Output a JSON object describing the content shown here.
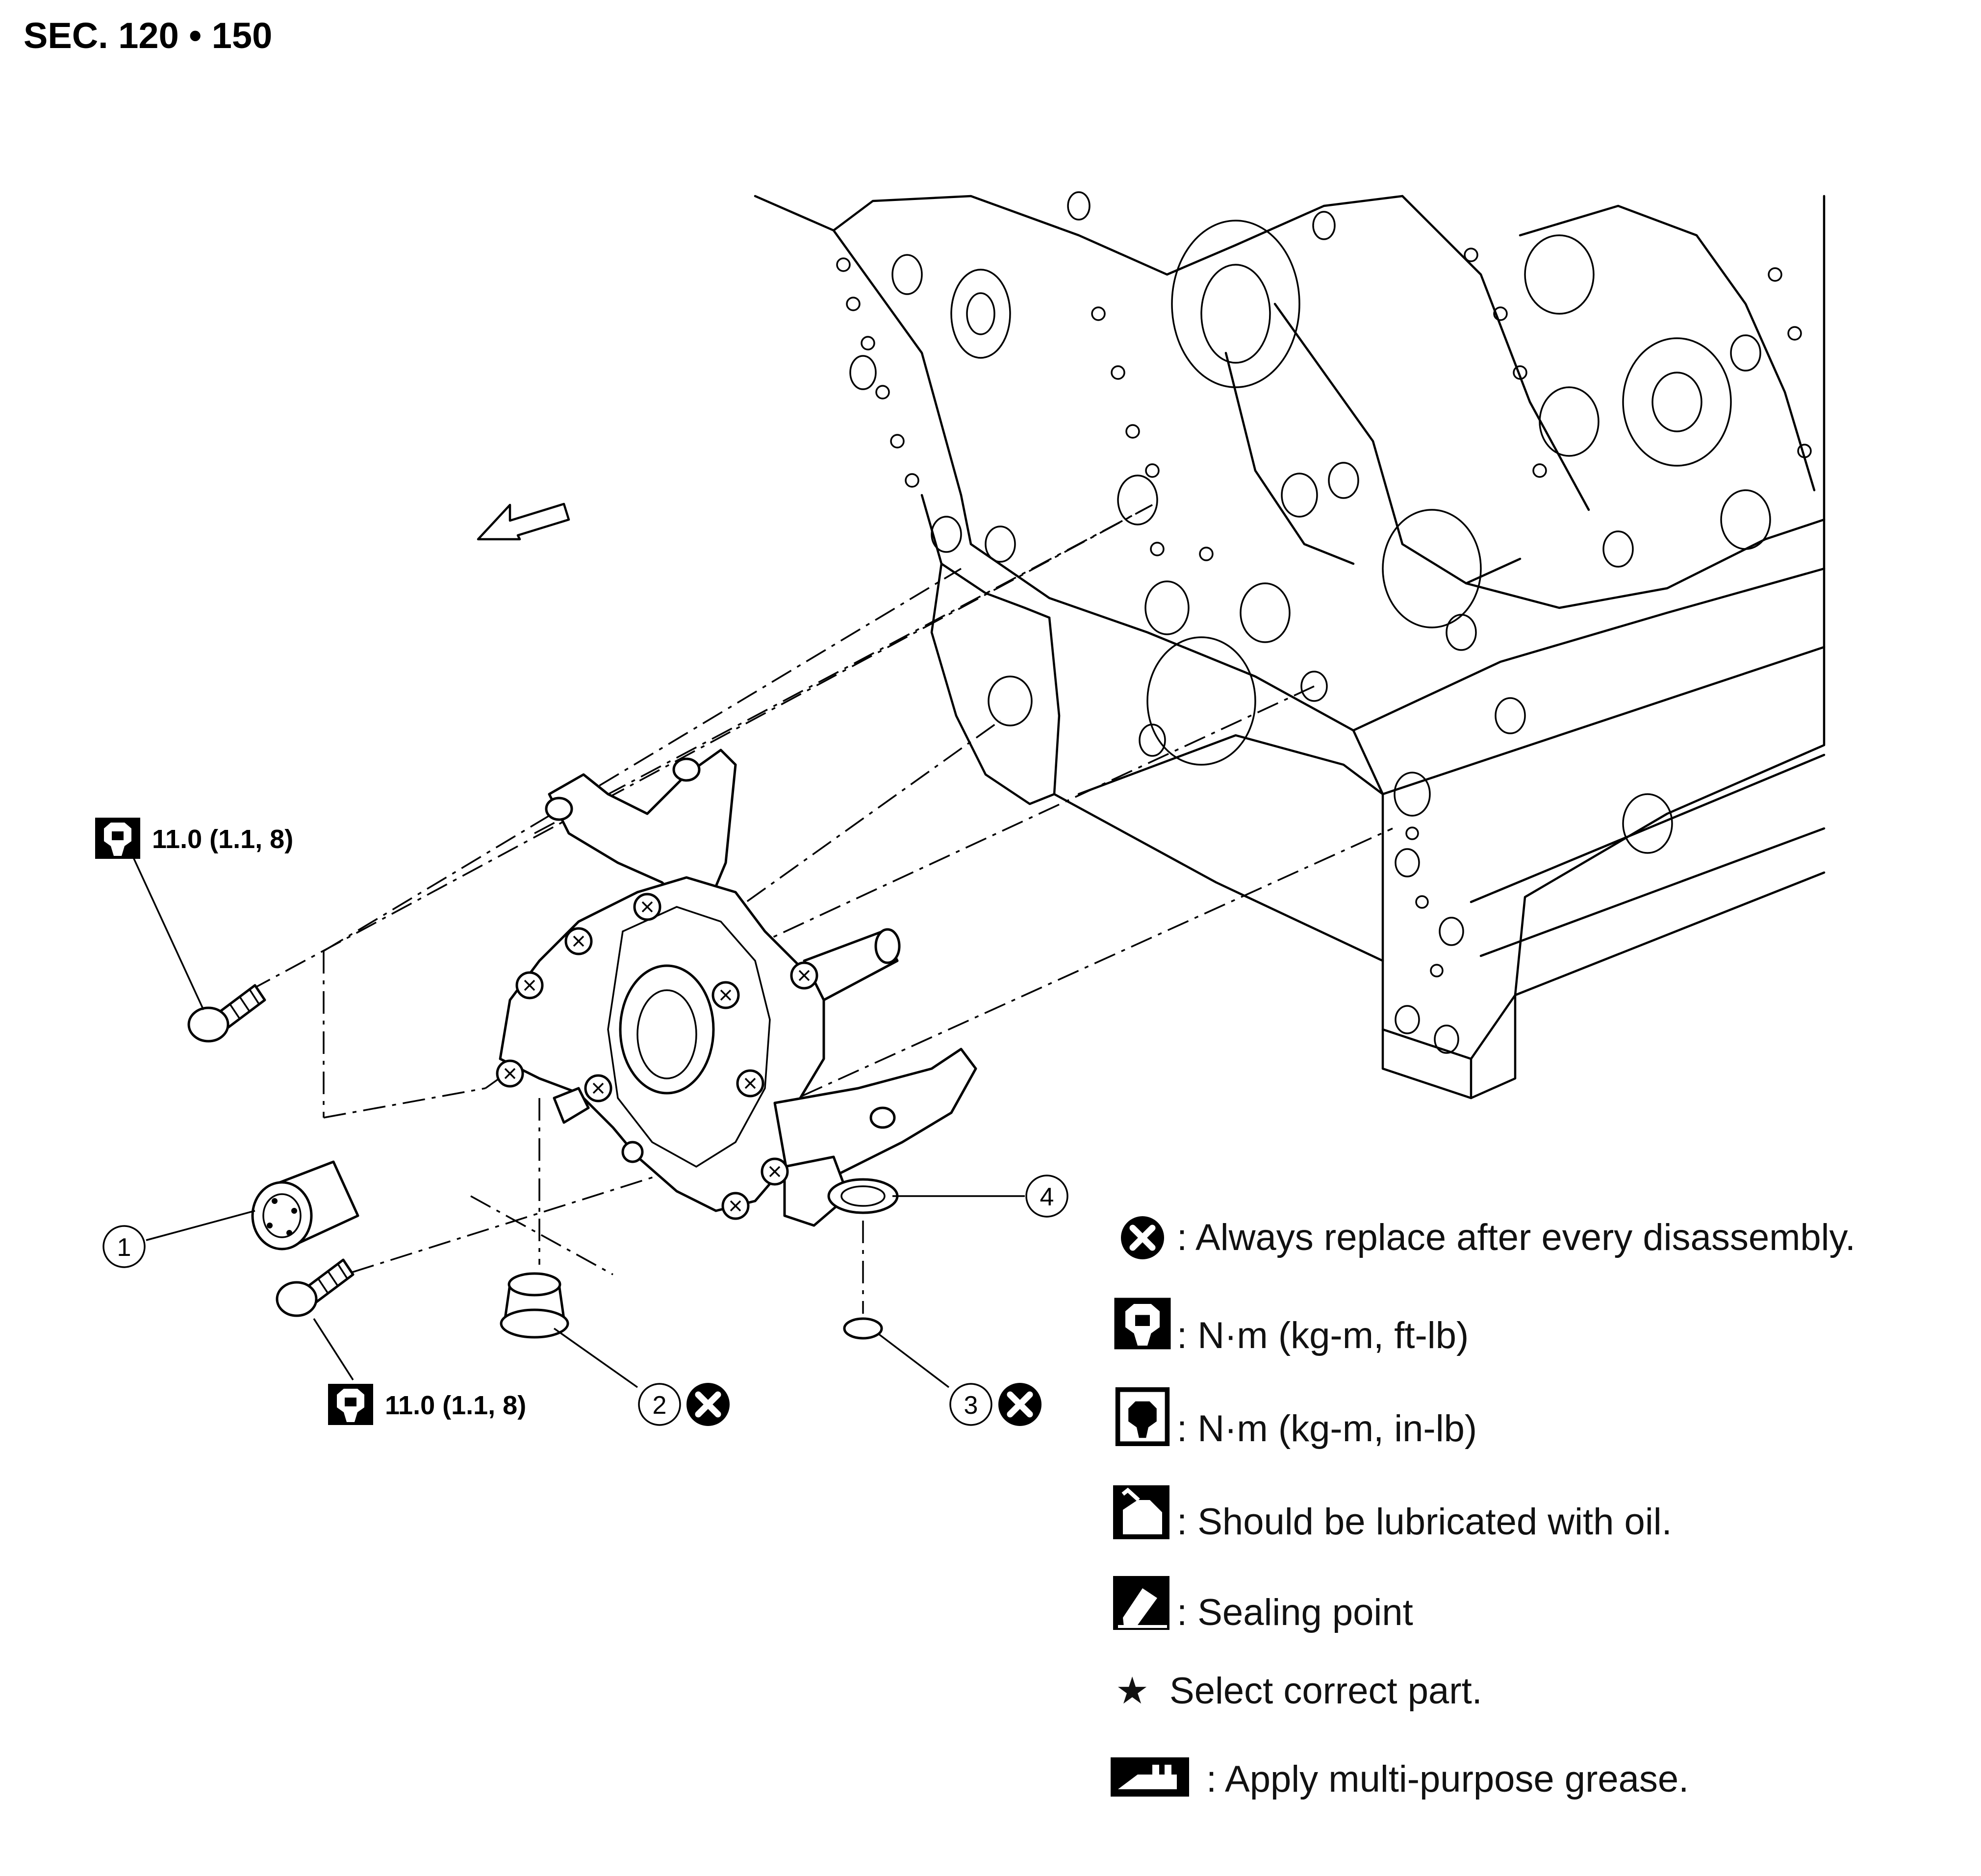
{
  "section_ref": "SEC. 120 • 150",
  "torque_upper": "11.0 (1.1, 8)",
  "torque_lower": "11.0 (1.1, 8)",
  "callouts": {
    "c1": "1",
    "c2": "2",
    "c3": "3",
    "c4": "4"
  },
  "legend": {
    "replace": ": Always replace after every disassembly.",
    "torque_ftlb": ": N·m (kg-m, ft-lb)",
    "torque_inlb": ": N·m (kg-m, in-lb)",
    "oil": ": Should be lubricated with oil.",
    "sealing": ": Sealing point",
    "star_symbol": "★",
    "select_part": "Select correct part.",
    "grease": ": Apply multi-purpose grease."
  },
  "icons": {
    "replace": "replace-x-icon",
    "torque_ftlb": "wrench-torque-ftlb-icon",
    "torque_inlb": "wrench-torque-inlb-icon",
    "oil": "oil-can-icon",
    "sealing": "sealant-icon",
    "grease": "grease-gun-icon",
    "front": "front-direction-arrow-icon"
  }
}
